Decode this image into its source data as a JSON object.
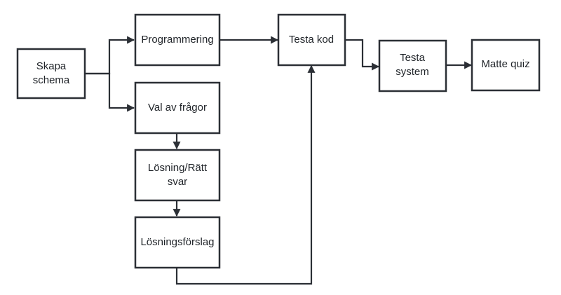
{
  "diagram": {
    "type": "flowchart",
    "nodes": [
      {
        "id": "skapa",
        "lines": [
          "Skapa",
          "schema"
        ]
      },
      {
        "id": "programmering",
        "lines": [
          "Programmering"
        ]
      },
      {
        "id": "val",
        "lines": [
          "Val av frågor"
        ]
      },
      {
        "id": "losning",
        "lines": [
          "Lösning/Rätt",
          "svar"
        ]
      },
      {
        "id": "forslag",
        "lines": [
          "Lösningsförslag"
        ]
      },
      {
        "id": "testa_kod",
        "lines": [
          "Testa kod"
        ]
      },
      {
        "id": "testa_system",
        "lines": [
          "Testa",
          "system"
        ]
      },
      {
        "id": "matte",
        "lines": [
          "Matte quiz"
        ]
      }
    ],
    "edges": [
      {
        "from": "skapa",
        "to": "programmering"
      },
      {
        "from": "skapa",
        "to": "val"
      },
      {
        "from": "programmering",
        "to": "testa_kod"
      },
      {
        "from": "val",
        "to": "losning"
      },
      {
        "from": "losning",
        "to": "forslag"
      },
      {
        "from": "forslag",
        "to": "testa_kod"
      },
      {
        "from": "testa_kod",
        "to": "testa_system"
      },
      {
        "from": "testa_system",
        "to": "matte"
      }
    ]
  }
}
